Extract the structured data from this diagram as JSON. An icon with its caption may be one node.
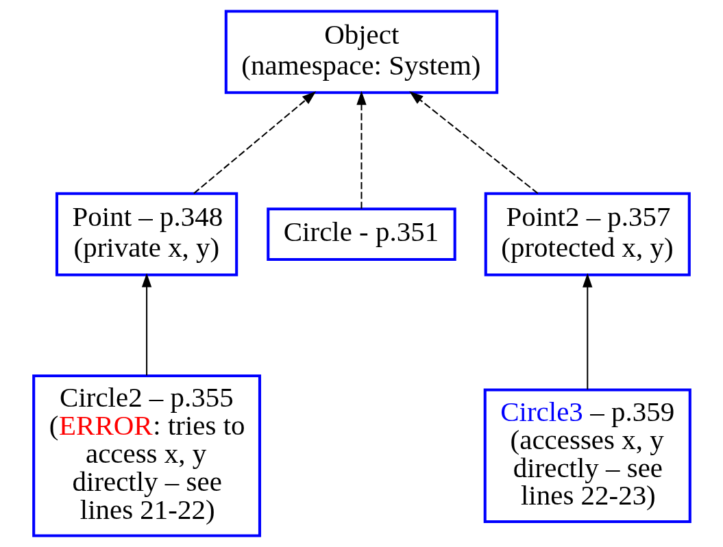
{
  "diagram": {
    "nodes": [
      {
        "text": [
          "Object",
          "(namespace: System)"
        ]
      },
      {
        "text": [
          "Point – p.348",
          "(private x, y)"
        ]
      },
      {
        "text": [
          "Circle - p.351"
        ]
      },
      {
        "text": [
          "Point2 – p.357",
          "(protected x, y)"
        ]
      },
      {
        "text": [
          "Circle2 – p.355",
          "(ERROR: tries to access x, y directly – see lines 21-22)"
        ]
      },
      {
        "text": [
          "Circle3 – p.359",
          "(accesses x, y directly – see lines 22-23)"
        ]
      }
    ],
    "edges": [
      {
        "from": 1,
        "to": 0,
        "arrow": "to",
        "style": "dashed"
      },
      {
        "from": 2,
        "to": 0,
        "arrow": "to",
        "style": "dashed"
      },
      {
        "from": 3,
        "to": 0,
        "arrow": "to",
        "style": "dashed"
      },
      {
        "from": 4,
        "to": 1,
        "arrow": "to"
      },
      {
        "from": 5,
        "to": 3,
        "arrow": "to"
      }
    ]
  }
}
